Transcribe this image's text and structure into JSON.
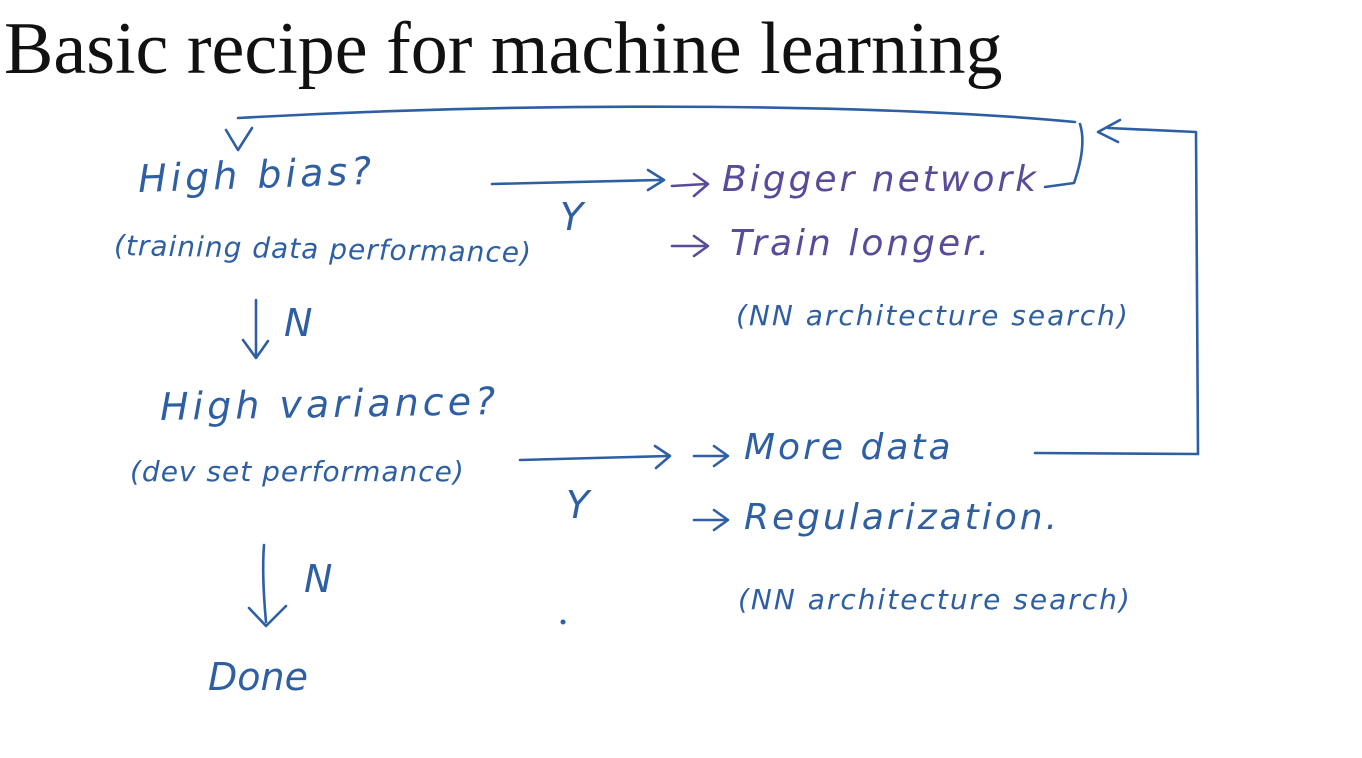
{
  "title": "Basic recipe for machine learning",
  "colors": {
    "ink_blue": "#2f5fa3",
    "ink_violet": "#5a4a9a",
    "title": "#111111",
    "background": "#ffffff"
  },
  "flow": {
    "q1": {
      "question": "High bias?",
      "criterion": "(training data performance)"
    },
    "q1_yes_label": "Y",
    "q1_no_label": "N",
    "q1_solutions": [
      "Bigger network",
      "Train longer.",
      "(NN architecture search)"
    ],
    "q2": {
      "question": "High variance?",
      "criterion": "(dev set performance)"
    },
    "q2_yes_label": "Y",
    "q2_no_label": "N",
    "q2_solutions": [
      "More data",
      "Regularization.",
      "(NN architecture search)"
    ],
    "end": "Done"
  }
}
